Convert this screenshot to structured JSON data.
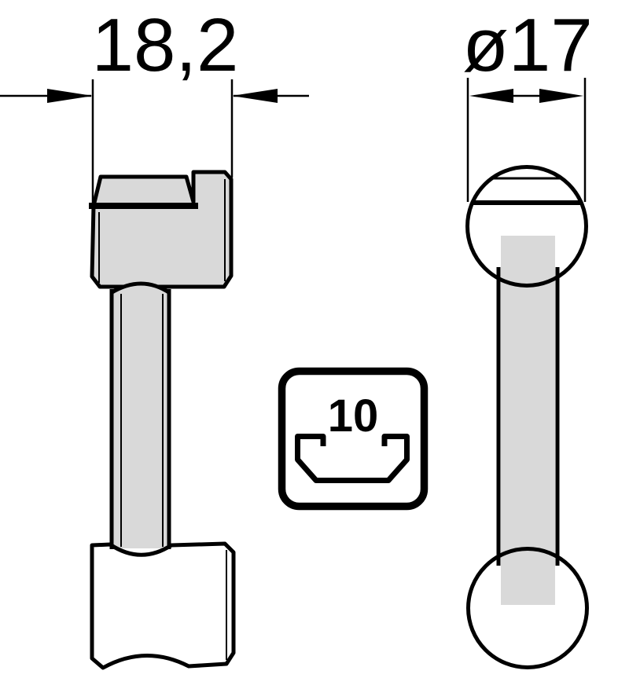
{
  "dimensions": {
    "width_label": "18,2",
    "diameter_label": "ø17"
  },
  "groove_icon": {
    "label": "10"
  },
  "colors": {
    "part_fill": "#d9d9d9",
    "line": "#000000",
    "background": "#ffffff"
  }
}
